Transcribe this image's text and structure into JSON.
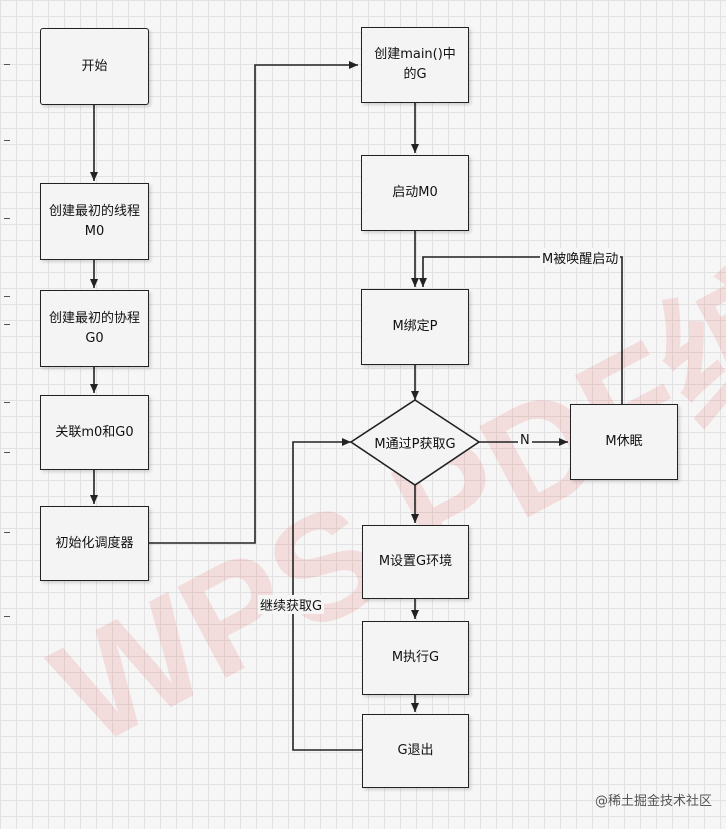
{
  "nodes": {
    "start": "开始",
    "create_m0": "创建最初的线程M0",
    "create_g0": "创建最初的协程 G0",
    "link": "关联m0和G0",
    "init_sched": "初始化调度器",
    "create_main_g": "创建main()中的G",
    "start_m0": "启动M0",
    "bind_p": "M绑定P",
    "get_g": "M通过P获取G",
    "sleep": "M休眠",
    "set_env": "M设置G环境",
    "exec_g": "M执行G",
    "exit_g": "G退出"
  },
  "edge_labels": {
    "no": "N",
    "wake": "M被唤醒启动",
    "continue": "继续获取G"
  },
  "watermark": "WPS PDF编辑",
  "credit": "@稀土掘金技术社区",
  "colors": {
    "stroke": "#222222",
    "node_fill": "#f4f4f4",
    "watermark": "#e25a5a"
  }
}
